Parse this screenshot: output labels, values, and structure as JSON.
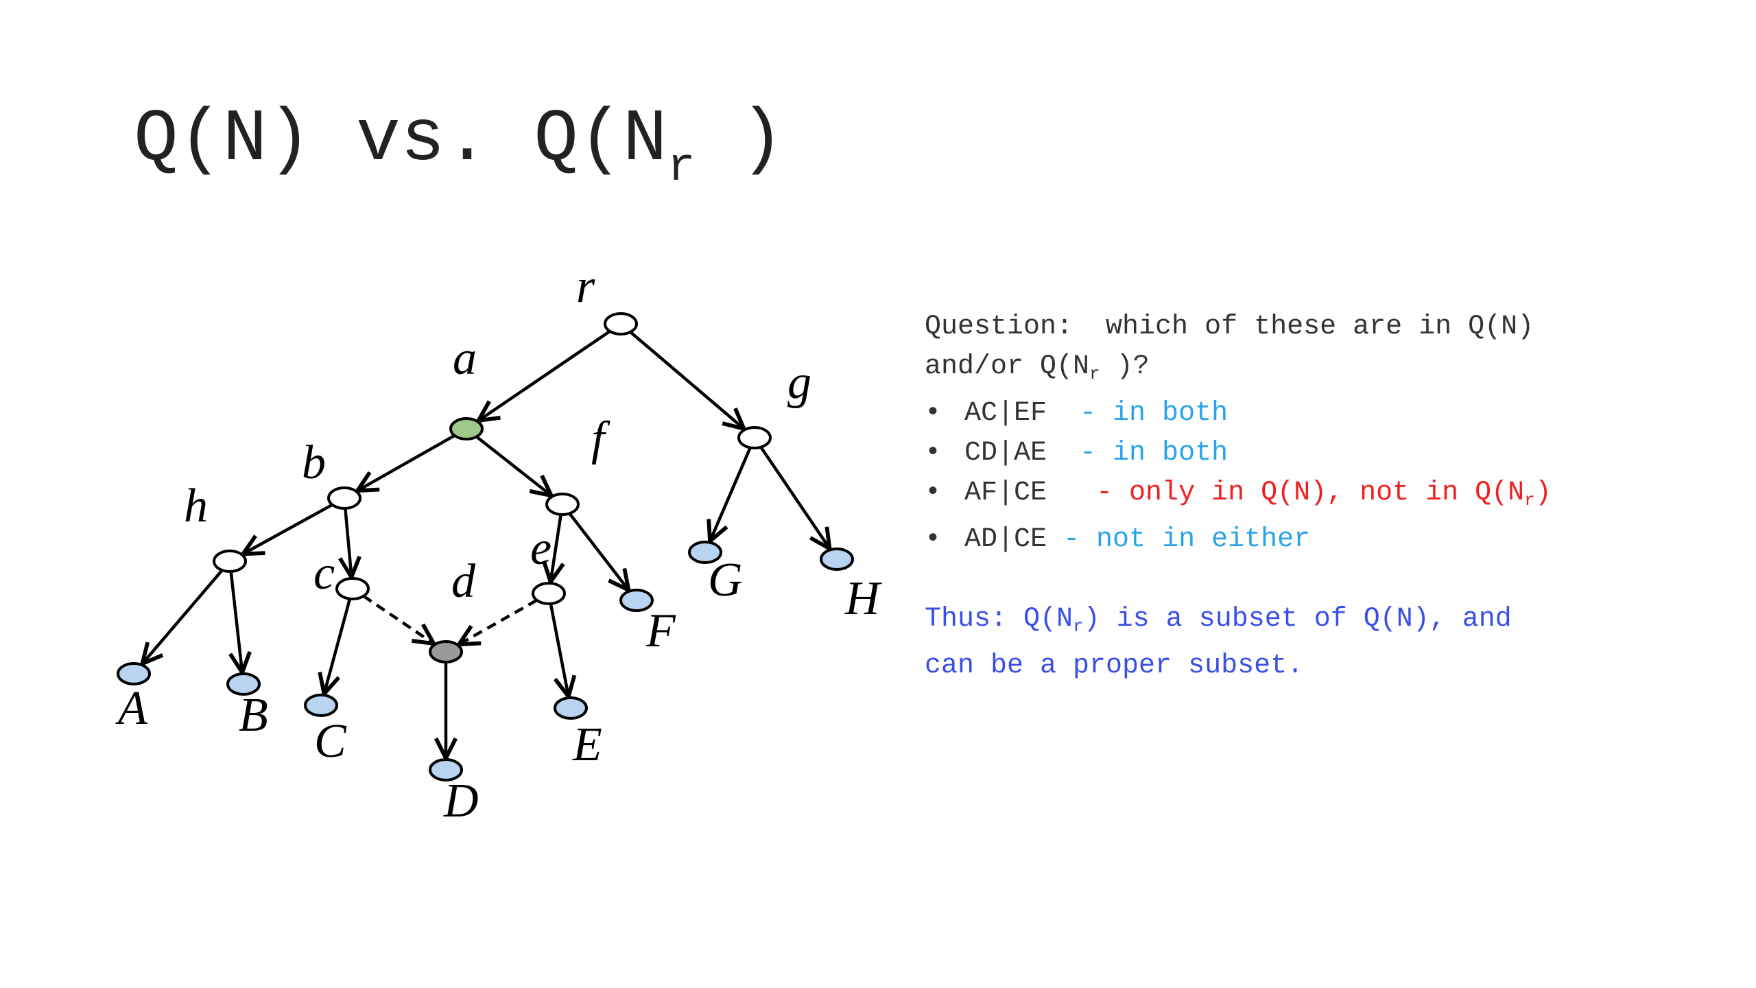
{
  "slide": {
    "title_prefix": "Q(N) vs. Q(N",
    "title_sub": "r",
    "title_suffix": " )"
  },
  "colors": {
    "root_node_fill": "#9fc98a",
    "reticulation_node_fill": "#9a9a9a",
    "leaf_node_fill": "#b8d4f0",
    "internal_node_fill": "#ffffff",
    "answer_blue": "#2aa3e8",
    "answer_red": "#f02020",
    "conclusion_blue": "#3a4fe8"
  },
  "network": {
    "nodes": {
      "r": "r",
      "a": "a",
      "g": "g",
      "b": "b",
      "f": "f",
      "h": "h",
      "c": "c",
      "d": "d",
      "e": "e",
      "A": "A",
      "B": "B",
      "C": "C",
      "D": "D",
      "E": "E",
      "F": "F",
      "G": "G",
      "H": "H"
    },
    "edges_solid": [
      [
        "r",
        "a"
      ],
      [
        "r",
        "g"
      ],
      [
        "a",
        "b"
      ],
      [
        "a",
        "f"
      ],
      [
        "b",
        "h"
      ],
      [
        "b",
        "c"
      ],
      [
        "h",
        "A"
      ],
      [
        "h",
        "B"
      ],
      [
        "c",
        "C"
      ],
      [
        "f",
        "e"
      ],
      [
        "f",
        "F"
      ],
      [
        "e",
        "E"
      ],
      [
        "g",
        "G"
      ],
      [
        "g",
        "H"
      ],
      [
        "d",
        "D"
      ]
    ],
    "edges_dashed": [
      [
        "c",
        "d"
      ],
      [
        "e",
        "d"
      ]
    ]
  },
  "question": {
    "line1": "Question:  which of these are in Q(N)",
    "line2_prefix": "and/or Q(N",
    "line2_sub": "r",
    "line2_suffix": " )?",
    "bullet": "•",
    "items": [
      {
        "quartet": "AC|EF",
        "answer": "  - in both"
      },
      {
        "quartet": "CD|AE",
        "answer": "  - in both"
      },
      {
        "quartet": "AF|CE",
        "answer_prefix": "   - only in Q(N), not in Q(N",
        "answer_sub": "r",
        "answer_suffix": ")"
      },
      {
        "quartet": "AD|CE",
        "answer": " - not in either"
      }
    ]
  },
  "conclusion": {
    "line1_prefix": "Thus: Q(N",
    "line1_sub": "r",
    "line1_suffix": ") is a subset of Q(N), and",
    "line2": "can be a proper subset."
  }
}
